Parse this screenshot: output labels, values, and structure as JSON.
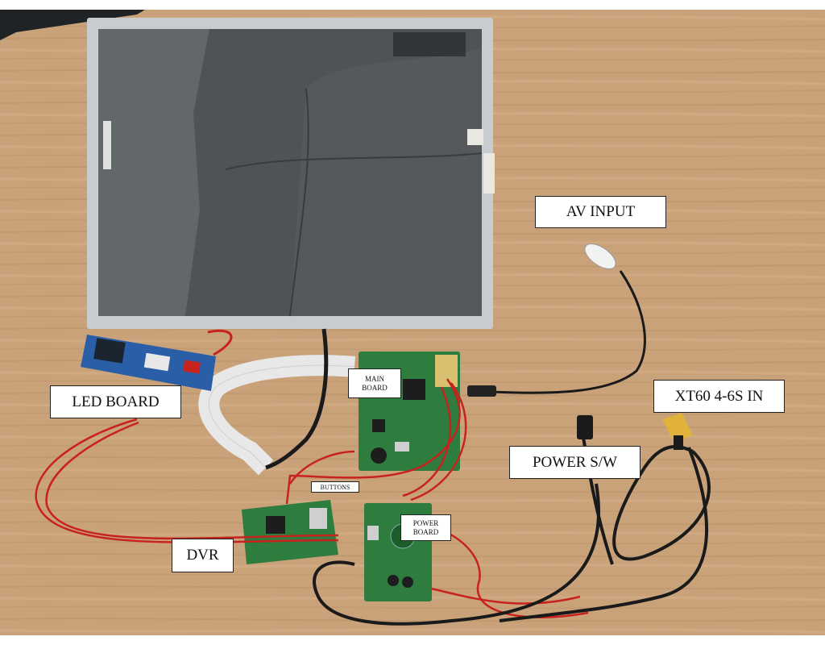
{
  "labels": {
    "av_input": "AV INPUT",
    "led_board": "LED BOARD",
    "xt60": "XT60 4-6S IN",
    "power_sw": "POWER S/W",
    "dvr": "DVR",
    "main_board_line1": "MAIN",
    "main_board_line2": "BOARD",
    "buttons": "BUTTONS",
    "power_board_line1": "POWER",
    "power_board_line2": "BOARD"
  },
  "colors": {
    "wood": "#c9a27a",
    "lcd_frame": "#c9cccf",
    "lcd_screen": "#55595b",
    "pcb_green": "#2f7d3e",
    "pcb_blue": "#2a5fa8",
    "wire_red": "#c8221f",
    "wire_black": "#1a1a1a",
    "ribbon": "#e8e8e8",
    "xt60_yellow": "#e0b23a"
  }
}
